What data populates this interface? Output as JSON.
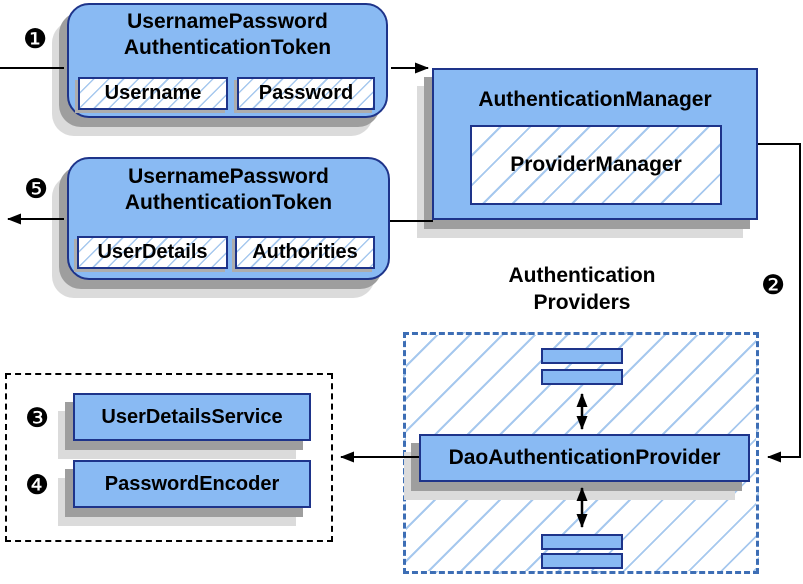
{
  "colors": {
    "box_fill": "#89BAF3",
    "box_border": "#1E348A",
    "hatch_line": "#A6C8EE",
    "providers_dashed_border": "#3D6EB5",
    "services_dotted_border": "#000000",
    "shadow_dark": "#9E9E9E",
    "shadow_light": "#DBDBDB",
    "arrow": "#000000"
  },
  "steps": {
    "s1": "❶",
    "s2": "❷",
    "s3": "❸",
    "s4": "❹",
    "s5": "❺"
  },
  "request_token": {
    "title_line1": "UsernamePassword",
    "title_line2": "AuthenticationToken",
    "fields": [
      "Username",
      "Password"
    ]
  },
  "authentication_manager": {
    "title": "AuthenticationManager",
    "inner": "ProviderManager"
  },
  "result_token": {
    "title_line1": "UsernamePassword",
    "title_line2": "AuthenticationToken",
    "fields": [
      "UserDetails",
      "Authorities"
    ]
  },
  "providers_group": {
    "heading_line1": "Authentication",
    "heading_line2": "Providers",
    "provider": "DaoAuthenticationProvider"
  },
  "services_group": {
    "items": [
      "UserDetailsService",
      "PasswordEncoder"
    ]
  }
}
